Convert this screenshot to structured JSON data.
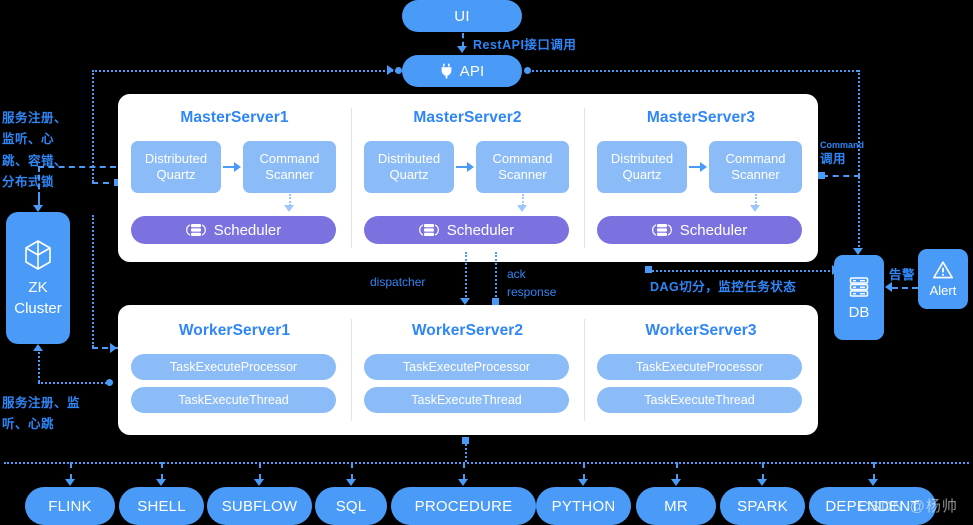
{
  "top": {
    "ui": {
      "label": "UI"
    },
    "api": {
      "label": "API",
      "icon": "plug-icon"
    },
    "ui_to_api_label": "RestAPI接口调用"
  },
  "zk": {
    "title_line1": "ZK",
    "title_line2": "Cluster",
    "icon": "cube-icon",
    "label_top": "服务注册、监听、心跳、容错、分布式锁",
    "label_bottom": "服务注册、监听、心跳"
  },
  "master_servers": [
    {
      "title": "MasterServer1",
      "quartz": "Distributed Quartz",
      "scanner": "Command Scanner",
      "scheduler": "Scheduler",
      "scheduler_icon": "server-stack-icon"
    },
    {
      "title": "MasterServer2",
      "quartz": "Distributed Quartz",
      "scanner": "Command Scanner",
      "scheduler": "Scheduler",
      "scheduler_icon": "server-stack-icon"
    },
    {
      "title": "MasterServer3",
      "quartz": "Distributed Quartz",
      "scanner": "Command Scanner",
      "scheduler": "Scheduler",
      "scheduler_icon": "server-stack-icon"
    }
  ],
  "worker_servers": [
    {
      "title": "WorkerServer1",
      "processor": "TaskExecuteProcessor",
      "thread": "TaskExecuteThread"
    },
    {
      "title": "WorkerServer2",
      "processor": "TaskExecuteProcessor",
      "thread": "TaskExecuteThread"
    },
    {
      "title": "WorkerServer3",
      "processor": "TaskExecuteProcessor",
      "thread": "TaskExecuteThread"
    }
  ],
  "mid_labels": {
    "dispatcher": "dispatcher",
    "ack": "ack",
    "response": "response",
    "dag": "DAG切分，监控任务状态"
  },
  "right": {
    "command_en": "Command",
    "command_cn": "调用",
    "db": {
      "label": "DB",
      "icon": "database-icon"
    },
    "alert": {
      "label": "Alert",
      "icon": "warning-triangle-icon"
    },
    "alert_edge_label": "告警"
  },
  "task_types": [
    "FLINK",
    "SHELL",
    "SUBFLOW",
    "SQL",
    "PROCEDURE",
    "PYTHON",
    "MR",
    "SPARK",
    "DEPENDENT"
  ],
  "watermark": "CSDN @杨帅",
  "colors": {
    "background": "#000000",
    "accent_blue": "#4a9bf7",
    "soft_blue": "#8cbcf7",
    "purple": "#7b72e0",
    "panel": "#ffffff",
    "title_blue": "#2f86f6"
  }
}
